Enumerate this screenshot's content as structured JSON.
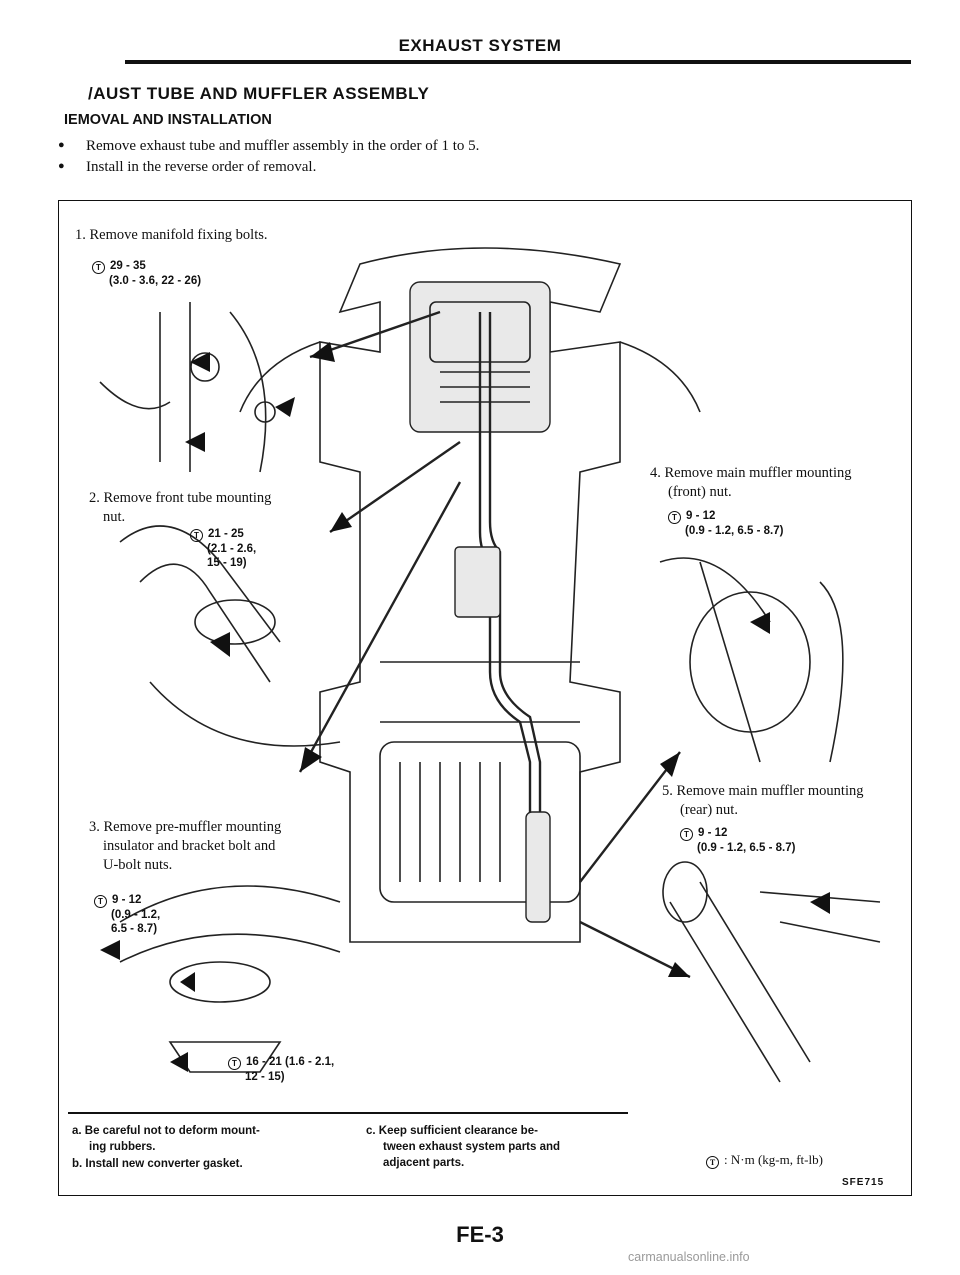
{
  "header": {
    "title": "EXHAUST SYSTEM"
  },
  "section": {
    "title": "/AUST TUBE AND MUFFLER ASSEMBLY",
    "subtitle": "IEMOVAL AND INSTALLATION"
  },
  "bullets": [
    "Remove exhaust tube and muffler assembly in the order of 1 to 5.",
    "Install in the reverse order of removal."
  ],
  "steps": [
    {
      "label": "1. Remove manifold fixing bolts.",
      "torque": [
        "29 - 35",
        "(3.0 - 3.6, 22 - 26)"
      ]
    },
    {
      "label": [
        "2. Remove front tube mounting",
        "nut."
      ],
      "torque": [
        "21 - 25",
        "(2.1 - 2.6,",
        "15 - 19)"
      ]
    },
    {
      "label": [
        "3. Remove pre-muffler mounting",
        "insulator and bracket bolt and",
        "U-bolt nuts."
      ],
      "torque": [
        "9 - 12",
        "(0.9 - 1.2,",
        "6.5 - 8.7)"
      ],
      "torque2": [
        "16 - 21 (1.6 - 2.1,",
        "12 - 15)"
      ]
    },
    {
      "label": [
        "4. Remove main muffler mounting",
        "(front) nut."
      ],
      "torque": [
        "9 - 12",
        "(0.9 - 1.2, 6.5 - 8.7)"
      ]
    },
    {
      "label": [
        "5. Remove main muffler mounting",
        "(rear) nut."
      ],
      "torque": [
        "9 - 12",
        "(0.9 - 1.2, 6.5 - 8.7)"
      ]
    }
  ],
  "notes": {
    "a": [
      "a. Be careful not to deform mount-",
      "ing rubbers."
    ],
    "b": "b. Install new converter gasket.",
    "c": [
      "c. Keep sufficient clearance be-",
      "tween exhaust system parts and",
      "adjacent parts."
    ]
  },
  "legend": {
    "symbol": "T",
    "text": ": N·m (kg-m, ft-lb)"
  },
  "figure_code": "SFE715",
  "page_number": "FE-3",
  "watermark": "carmanualsonline.info"
}
